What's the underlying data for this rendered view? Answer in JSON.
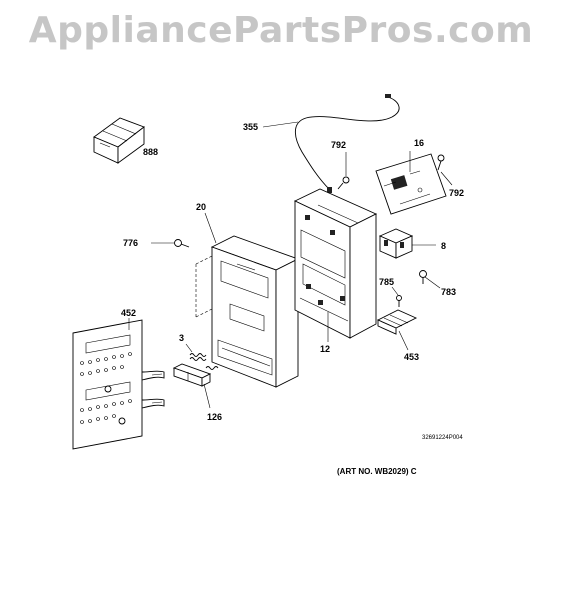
{
  "watermark": "AppliancePartsPros.com",
  "parts": {
    "p355": "355",
    "p792a": "792",
    "p16": "16",
    "p792b": "792",
    "p888": "888",
    "p20": "20",
    "p776": "776",
    "p8": "8",
    "p785": "785",
    "p783": "783",
    "p452": "452",
    "p3": "3",
    "p12": "12",
    "p453": "453",
    "p126": "126"
  },
  "drawing_number": "32691224P004",
  "art_number": "(ART NO. WB2029) C"
}
